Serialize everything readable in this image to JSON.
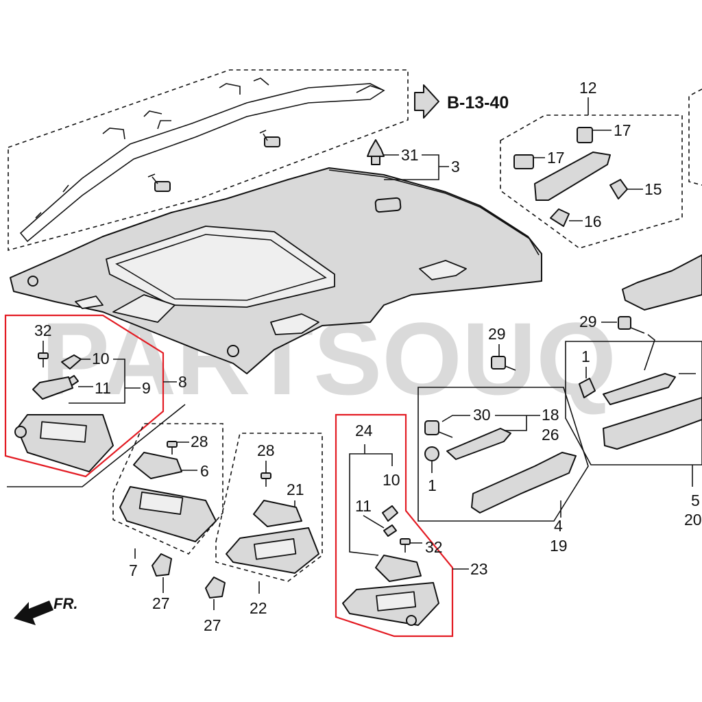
{
  "reference": "B-13-40",
  "watermark": "PARTSOUQ",
  "front_indicator": "FR.",
  "callouts": {
    "c1_a": "1",
    "c1_b": "1",
    "c3": "3",
    "c4": "4",
    "c5": "5",
    "c6": "6",
    "c7": "7",
    "c8": "8",
    "c9": "9",
    "c10_a": "10",
    "c10_b": "10",
    "c11_a": "11",
    "c11_b": "11",
    "c12": "12",
    "c15": "15",
    "c16": "16",
    "c17_a": "17",
    "c17_b": "17",
    "c18": "18",
    "c19": "19",
    "c20": "20",
    "c21": "21",
    "c22": "22",
    "c23": "23",
    "c24": "24",
    "c26": "26",
    "c27_a": "27",
    "c27_b": "27",
    "c28_a": "28",
    "c28_b": "28",
    "c29_a": "29",
    "c29_b": "29",
    "c30": "30",
    "c31": "31",
    "c32_a": "32",
    "c32_b": "32"
  },
  "colors": {
    "highlight_box": "#e31b23",
    "part_fill": "#d9d9d9",
    "line": "#111111"
  }
}
